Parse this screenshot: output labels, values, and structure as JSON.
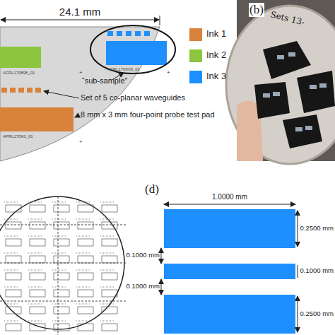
{
  "diagram": {
    "labels": [
      "24.1 mm",
      "AFRL170898_01",
      "AFRL170X05_01",
      "AFRL170X0_01",
      "“sub-sample”",
      "Set of 5 co-planar waveguides",
      "8 mm x 3 mm four-point probe test pad",
      "(b)",
      "Sets 13-",
      "(d)",
      "1.0000 mm",
      "0.2500 mm",
      "0.1000 mm",
      "0.1000 mm",
      "0.1000 mm",
      "0.2500 mm"
    ],
    "legend": [
      {
        "text": "Ink 1",
        "color": "#d9823b"
      },
      {
        "text": "Ink 2",
        "color": "#8cc63f"
      },
      {
        "text": "Ink 3",
        "color": "#1e8fff"
      }
    ]
  }
}
